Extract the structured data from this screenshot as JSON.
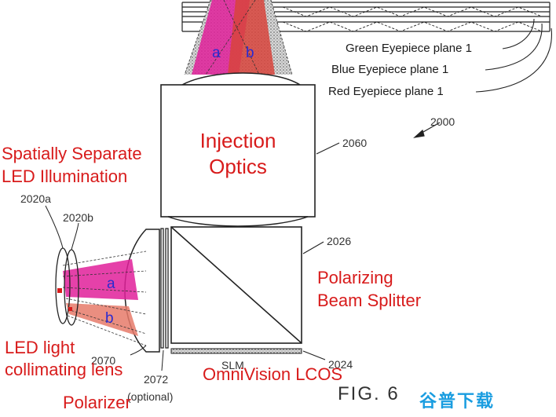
{
  "eyepiece": {
    "green": "Green Eyepiece plane 1",
    "blue": "Blue Eyepiece plane 1",
    "red": "Red Eyepiece plane 1"
  },
  "beams": {
    "a": "a",
    "b": "b"
  },
  "refs": {
    "r2000": "2000",
    "r2060": "2060",
    "r2020a": "2020a",
    "r2020b": "2020b",
    "r2026": "2026",
    "r2070": "2070",
    "r2072": "2072",
    "r2024": "2024",
    "optional": "(optional)",
    "slm": "SLM"
  },
  "labels": {
    "injection_line1": "Injection",
    "injection_line2": "Optics",
    "spatial_line1": "Spatially Separate",
    "spatial_line2": "LED Illumination",
    "pbs_line1": "Polarizing",
    "pbs_line2": "Beam Splitter",
    "led_line1": "LED light",
    "led_line2": "collimating lens",
    "lcos": "OmniVision LCOS",
    "polarizer": "Polarizer"
  },
  "figure": "FIG. 6",
  "watermark": "谷普下载",
  "colors": {
    "red_text": "#d81b1b",
    "blue_text": "#2b2bd0",
    "magenta_beam": "#e0209a",
    "red_beam": "#d8443c",
    "watermark": "#1a9de0"
  }
}
